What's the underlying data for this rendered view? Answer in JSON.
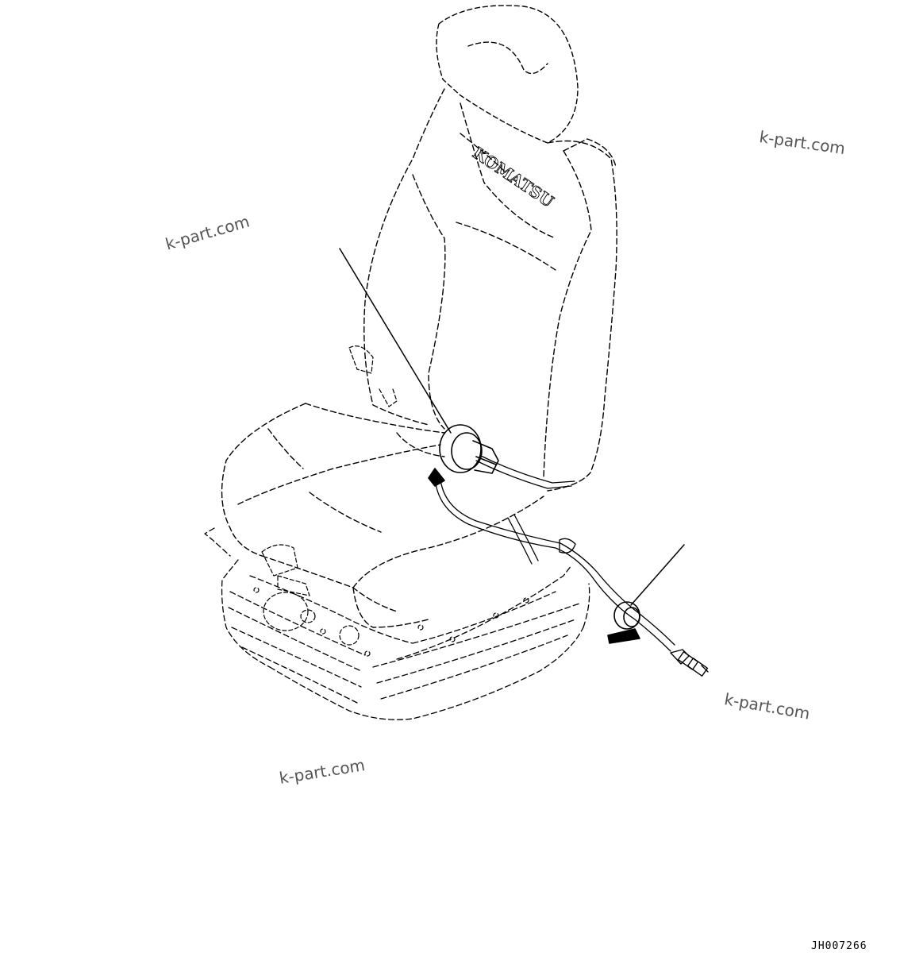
{
  "drawing_id": "JH007266",
  "seat_brand_text": "KOMATSU",
  "watermarks": [
    "k-part.com",
    "k-part.com",
    "k-part.com",
    "k-part.com"
  ],
  "colors": {
    "line": "#000000",
    "watermark": "#555555",
    "background": "#ffffff"
  }
}
